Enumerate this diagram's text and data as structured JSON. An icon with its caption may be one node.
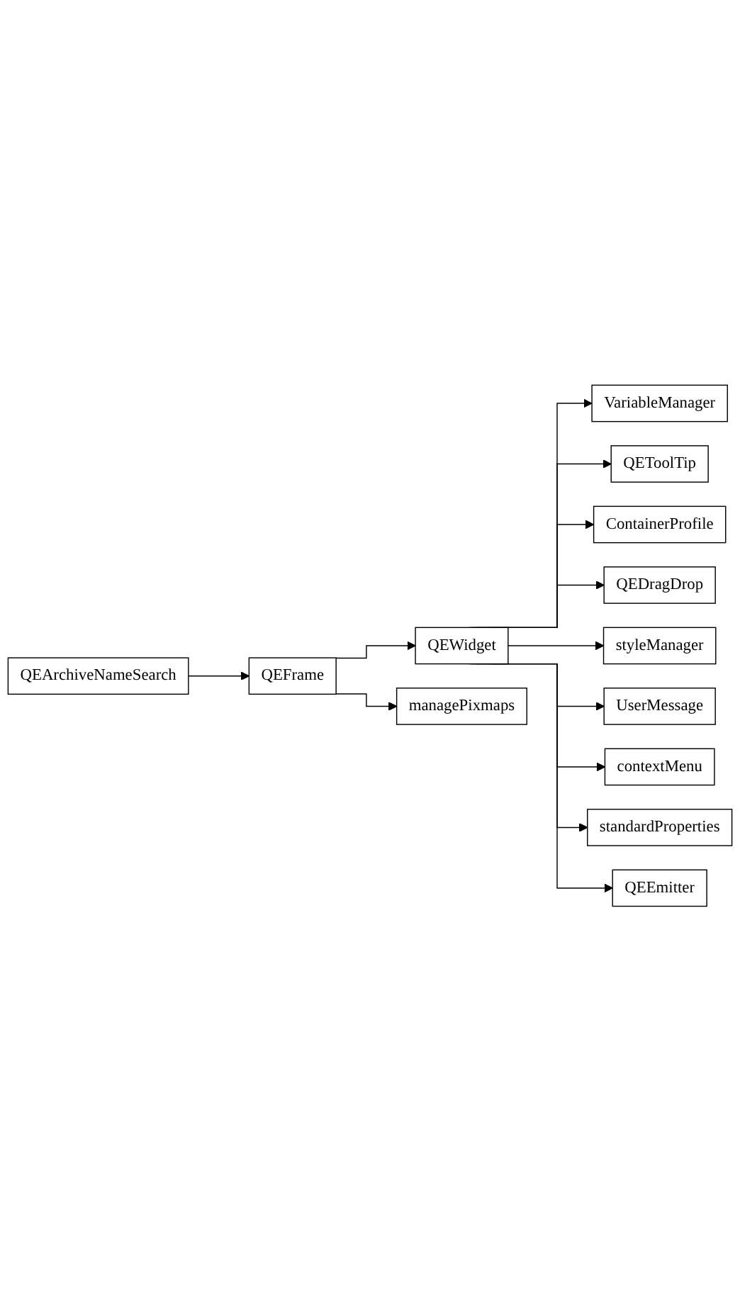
{
  "diagram": {
    "nodes": [
      {
        "text": [
          "VariableManager"
        ]
      },
      {
        "text": [
          "QEToolTip"
        ]
      },
      {
        "text": [
          "ContainerProfile"
        ]
      },
      {
        "text": [
          "QEDragDrop"
        ]
      },
      {
        "text": [
          "styleManager"
        ]
      },
      {
        "text": [
          "UserMessage"
        ]
      },
      {
        "text": [
          "contextMenu"
        ]
      },
      {
        "text": [
          "standardProperties"
        ]
      },
      {
        "text": [
          "QEEmitter"
        ]
      },
      {
        "text": [
          "QEWidget"
        ]
      },
      {
        "text": [
          "managePixmaps"
        ]
      },
      {
        "text": [
          "QEFrame"
        ]
      },
      {
        "text": [
          "QEArchiveNameSearch"
        ]
      }
    ],
    "edges": [
      {
        "from": 9,
        "to": 0,
        "arrow": "to"
      },
      {
        "from": 9,
        "to": 1,
        "arrow": "to"
      },
      {
        "from": 9,
        "to": 2,
        "arrow": "to"
      },
      {
        "from": 9,
        "to": 3,
        "arrow": "to"
      },
      {
        "from": 9,
        "to": 4,
        "arrow": "to"
      },
      {
        "from": 9,
        "to": 5,
        "arrow": "to"
      },
      {
        "from": 9,
        "to": 6,
        "arrow": "to"
      },
      {
        "from": 9,
        "to": 7,
        "arrow": "to"
      },
      {
        "from": 9,
        "to": 8,
        "arrow": "to"
      },
      {
        "from": 11,
        "to": 9,
        "arrow": "to"
      },
      {
        "from": 11,
        "to": 10,
        "arrow": "to"
      },
      {
        "from": 12,
        "to": 11,
        "arrow": "to"
      }
    ]
  }
}
